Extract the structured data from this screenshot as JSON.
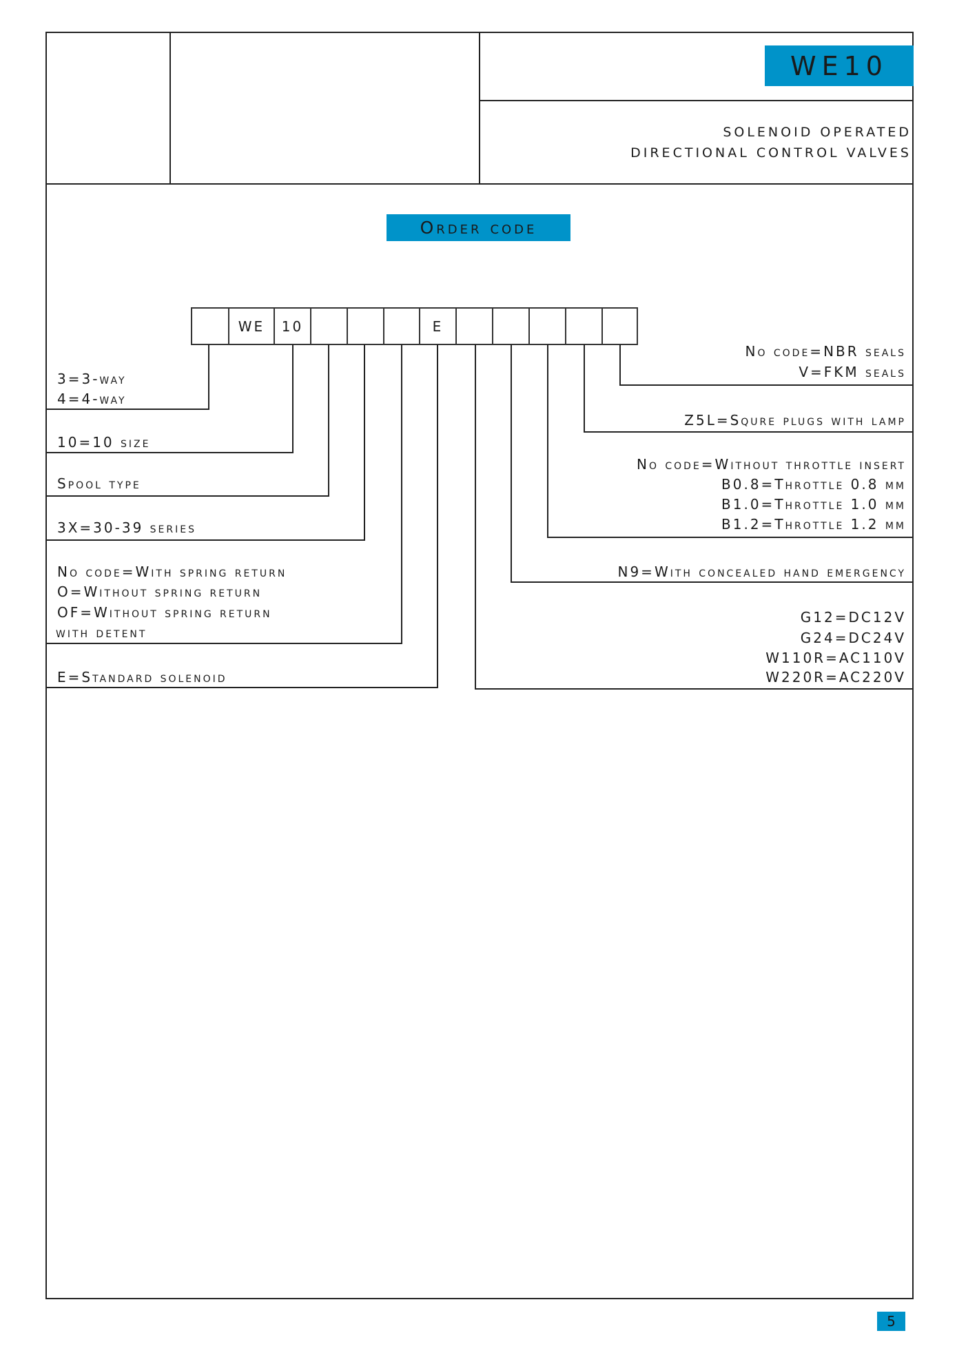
{
  "header": {
    "model": "WE10",
    "subtitle_1": "SOLENOID OPERATED",
    "subtitle_2": "DIRECTIONAL CONTROL VALVES"
  },
  "order_code": {
    "title": "Order code",
    "cells": [
      "",
      "WE",
      "10",
      "",
      "",
      "",
      "E",
      "",
      "",
      "",
      "",
      ""
    ]
  },
  "left_labels": {
    "way": [
      "3=3-way",
      "4=4-way"
    ],
    "size": "10=10 size",
    "spool": "Spool type",
    "series": "3X=30-39 series",
    "spring": [
      "No code=With spring return",
      "O=Without spring return",
      "OF=Without spring return",
      "with detent"
    ],
    "solenoid": "E=Standard solenoid"
  },
  "right_labels": {
    "seals": [
      "No code=NBR seals",
      "V=FKM seals"
    ],
    "plug": "Z5L=Squre plugs with lamp",
    "throttle": [
      "No code=Without throttle insert",
      "B0.8=Throttle 0.8 mm",
      "B1.0=Throttle 1.0 mm",
      "B1.2=Throttle 1.2 mm"
    ],
    "emergency": "N9=With concealed hand emergency",
    "voltage": [
      "G12=DC12V",
      "G24=DC24V",
      "W110R=AC110V",
      "W220R=AC220V"
    ]
  },
  "page_number": "5",
  "colors": {
    "accent": "#0093c9"
  }
}
